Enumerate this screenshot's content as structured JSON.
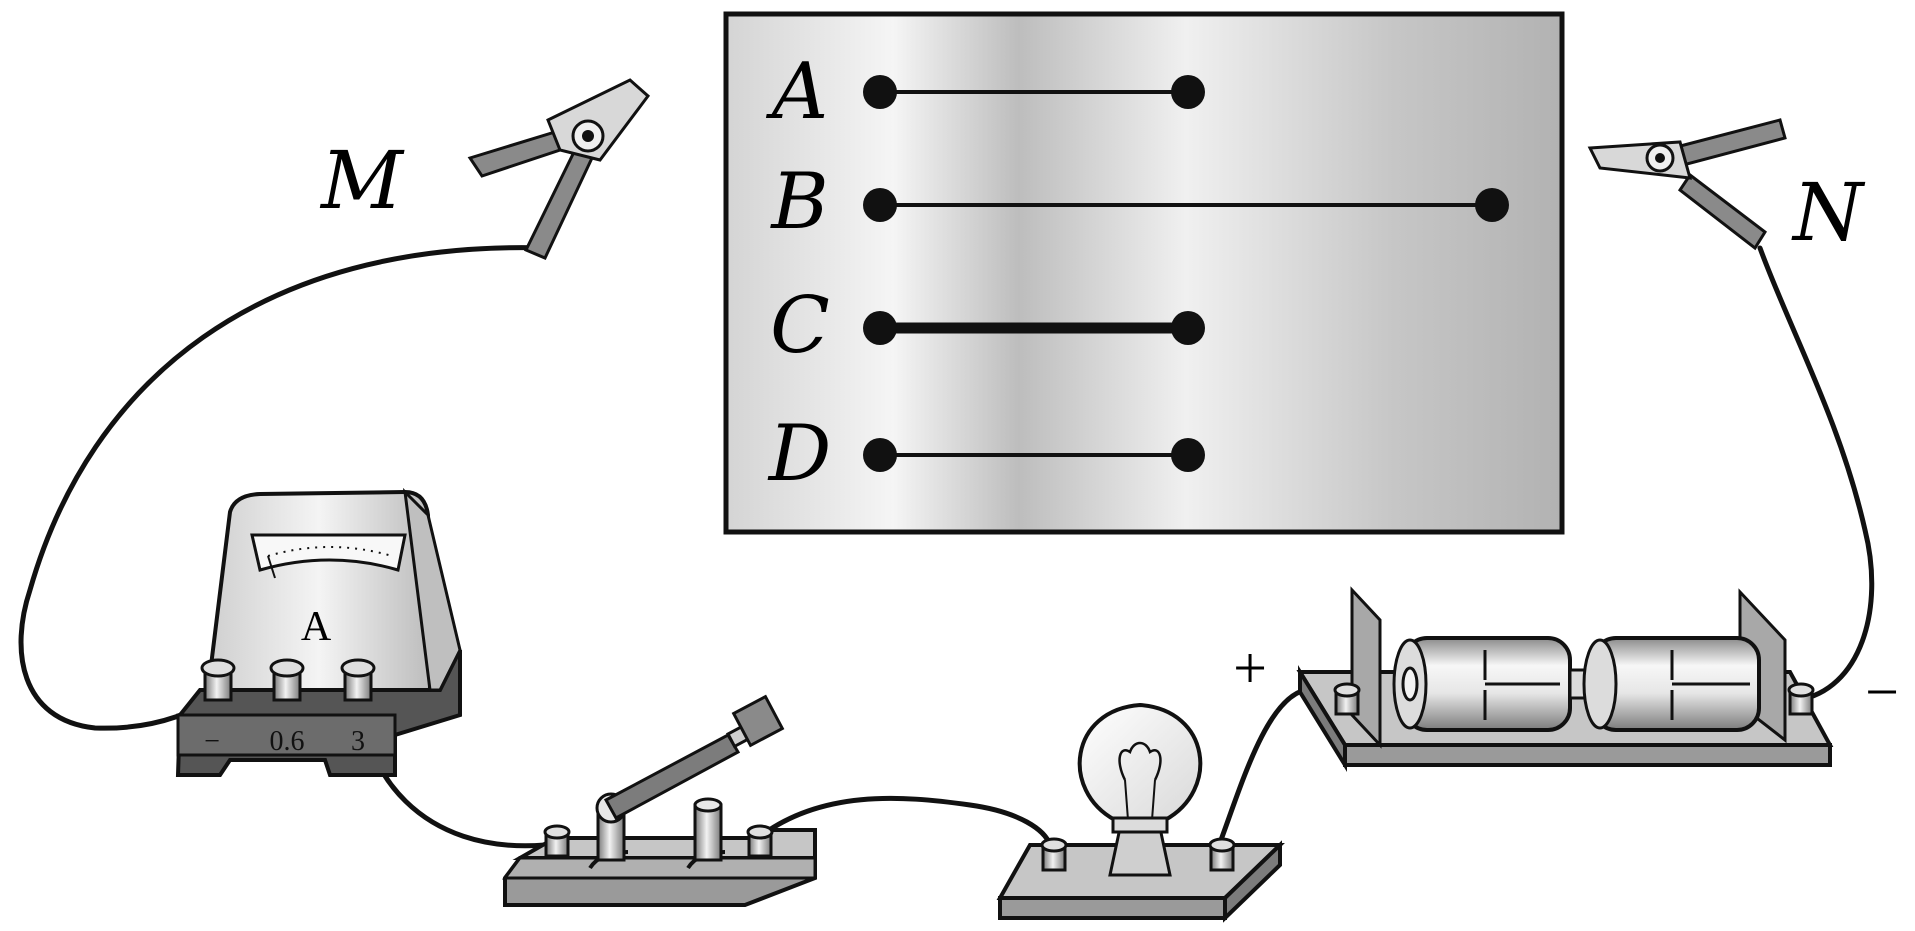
{
  "board": {
    "wires": [
      {
        "label": "A",
        "thickness": "thin",
        "length": "short"
      },
      {
        "label": "B",
        "thickness": "thin",
        "length": "long"
      },
      {
        "label": "C",
        "thickness": "thick",
        "length": "short"
      },
      {
        "label": "D",
        "thickness": "thin",
        "length": "short"
      }
    ]
  },
  "clips": {
    "left_label": "M",
    "right_label": "N"
  },
  "ammeter": {
    "face_label": "A",
    "terminals": [
      "−",
      "0.6",
      "3"
    ]
  },
  "battery": {
    "plus_label": "+",
    "minus_label": "−"
  },
  "colors": {
    "outline": "#111111",
    "metal_light": "#f2f2f2",
    "metal_mid": "#c8c8c8",
    "metal_dark": "#777777",
    "base_gray": "#9a9a9a"
  }
}
